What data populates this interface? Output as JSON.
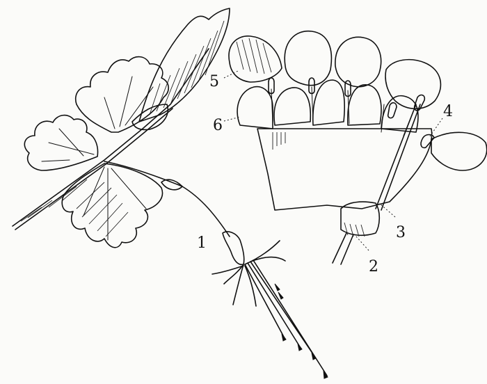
{
  "labels": {
    "flower_spray": "1",
    "ovary": "2",
    "style": "3",
    "stamen": "4",
    "petal": "5",
    "sepal": "6"
  }
}
